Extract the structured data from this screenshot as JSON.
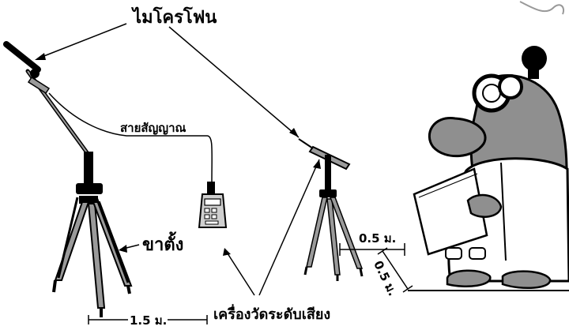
{
  "labels": {
    "microphone": "ไมโครโฟน",
    "signal_cable": "สายสัญญาณ",
    "tripod_leg": "ขาตั้ง",
    "sound_level_meter": "เครื่องวัดระดับเสียง",
    "dist_ground": "1.5 ม.",
    "dist_horizontal": "0.5 ม.",
    "dist_diagonal": "0.5 ม."
  },
  "colors": {
    "ink": "#000000",
    "leg_gray": "#9a9a9a",
    "body_gray": "#8f8f8f",
    "coat_white": "#ffffff",
    "meter_gray": "#cfcfcf"
  }
}
